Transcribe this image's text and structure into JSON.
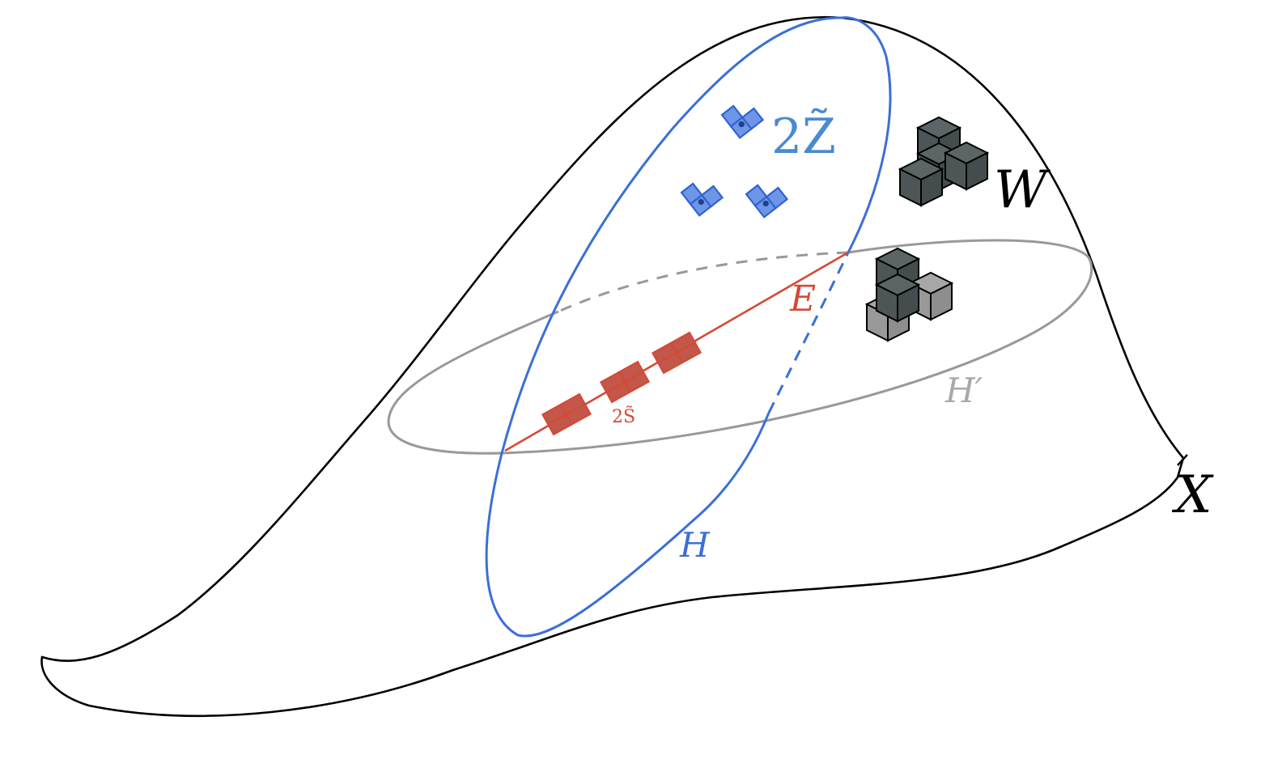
{
  "labels": {
    "X": "X",
    "W": "W",
    "H": "H",
    "H_prime": "H′",
    "E": "E",
    "two_Z_tilde": "2Z̃",
    "two_S_tilde": "2S̃"
  },
  "colors": {
    "outline": "#000000",
    "blue": "#3b6fd8",
    "blue_fill": "#6f95e6",
    "blue_label": "#4a8ad0",
    "gray": "#999999",
    "gray_label": "#a8a8a8",
    "red": "#d34a37",
    "red_fill": "#c2574a",
    "dark_cube": "#4d5556",
    "light_cube": "#9a9a9a"
  },
  "icons": {
    "blue_tiles": "blue-L-tromino-icon",
    "red_tiles": "red-domino-icon",
    "dark_cubes": "dark-tetracube-icon",
    "mixed_cubes": "mixed-tetracube-icon"
  }
}
